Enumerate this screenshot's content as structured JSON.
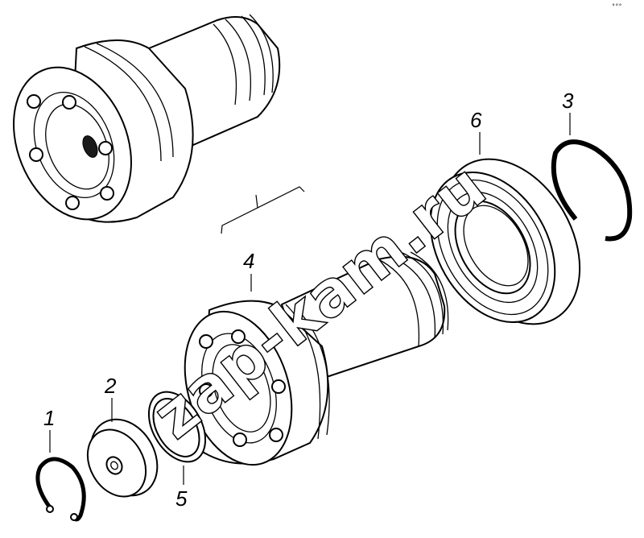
{
  "corner_mark": "°°°",
  "watermark": "zap-kam.ru",
  "callouts": [
    {
      "id": "1",
      "label": "1"
    },
    {
      "id": "2",
      "label": "2"
    },
    {
      "id": "3",
      "label": "3"
    },
    {
      "id": "4",
      "label": "4"
    },
    {
      "id": "5",
      "label": "5"
    },
    {
      "id": "6",
      "label": "6"
    }
  ]
}
